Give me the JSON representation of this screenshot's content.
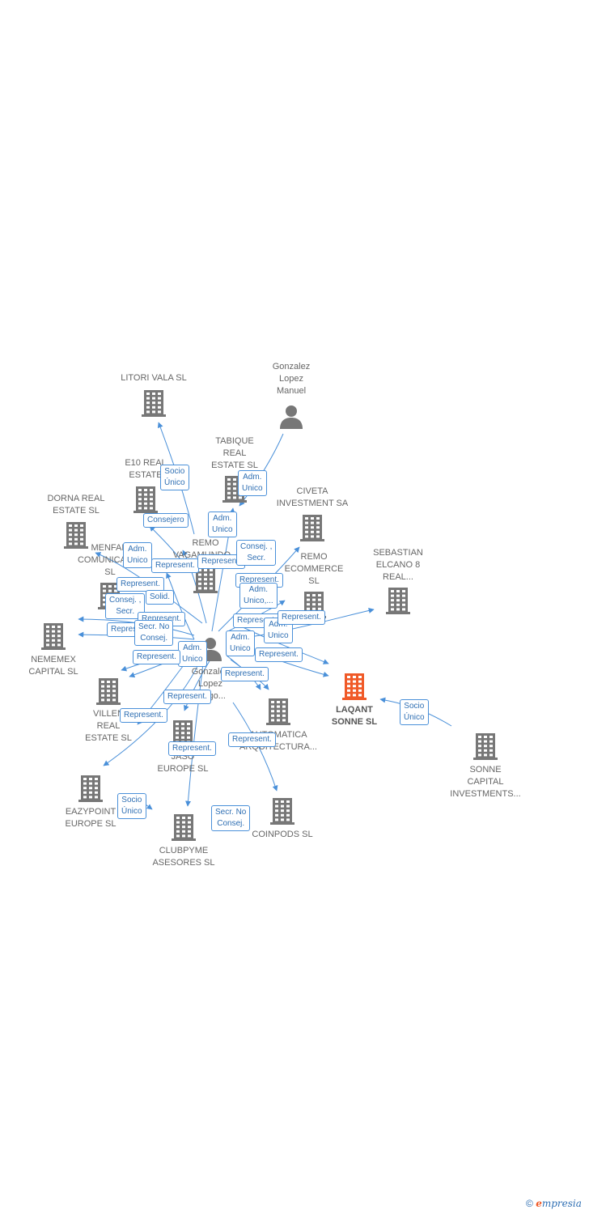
{
  "colors": {
    "building": "#777777",
    "focus": "#f05a28",
    "edge": "#4a90d9",
    "badge_text": "#2f6fb3"
  },
  "nodes": {
    "litori": {
      "label": "LITORI VALA  SL",
      "type": "company"
    },
    "gonzalez_manuel": {
      "label": "Gonzalez\nLopez\nManuel",
      "type": "person"
    },
    "tabique": {
      "label": "TABIQUE\nREAL\nESTATE  SL",
      "type": "company"
    },
    "e10": {
      "label": "E10 REAL\nESTATE",
      "type": "company"
    },
    "civeta": {
      "label": "CIVETA\nINVESTMENT SA",
      "type": "company"
    },
    "dorna": {
      "label": "DORNA REAL\nESTATE  SL",
      "type": "company"
    },
    "menfam": {
      "label": "MENFAM\nCOMUNICACI...\nSL",
      "type": "company"
    },
    "remo_vaga": {
      "label": "REMO\nVAGAMUNDO...",
      "type": "company"
    },
    "remo_ecom": {
      "label": "REMO\nECOMMERCE\nSL",
      "type": "company"
    },
    "sebastian": {
      "label": "SEBASTIAN\nELCANO 8\nREAL...",
      "type": "company"
    },
    "nememex": {
      "label": "NEMEMEX\nCAPITAL  SL",
      "type": "company"
    },
    "gonzalez_center": {
      "label": "Gonzalez\nLopez\nDiego...",
      "type": "person"
    },
    "laqant": {
      "label": "LAQANT\nSONNE  SL",
      "type": "focus"
    },
    "villen": {
      "label": "VILLEN\nREAL\nESTATE  SL",
      "type": "company"
    },
    "automatica": {
      "label": "AUTOMATICA\nARQUITECTURA...",
      "type": "company"
    },
    "jaso": {
      "label": "JASO\nEUROPE  SL",
      "type": "company"
    },
    "sonne": {
      "label": "SONNE\nCAPITAL\nINVESTMENTS...",
      "type": "company"
    },
    "eazypoint": {
      "label": "EAZYPOINT\nEUROPE  SL",
      "type": "company"
    },
    "coinpods": {
      "label": "COINPODS  SL",
      "type": "company"
    },
    "clubpyme": {
      "label": "CLUBPYME\nASESORES  SL",
      "type": "company"
    }
  },
  "badges": [
    "Socio\nÚnico",
    "Adm.\nUnico",
    "Consejero",
    "Adm.\nUnico",
    "Adm.\nUnico",
    "Represent.",
    "Represent.",
    "Consej. ,\nSecr.",
    "Represent.",
    "Represent.",
    "Solid.",
    "Adm.\nUnico,...",
    "Consej. ,\nSecr.",
    "Represent.",
    "Represent.",
    "Secr.  No\nConsej.",
    "Represent.",
    "Adm.\nUnico",
    "Represent.",
    "Adm.\nUnico",
    "Adm.\nUnico",
    "Represent.",
    "Represent.",
    "Represent.",
    "Socio\nÚnico",
    "Represent.",
    "Represent.",
    "Represent.",
    "Socio\nÚnico",
    "Secr.  No\nConsej."
  ],
  "brand": {
    "copyright": "©",
    "e": "e",
    "rest": "mpresia"
  }
}
